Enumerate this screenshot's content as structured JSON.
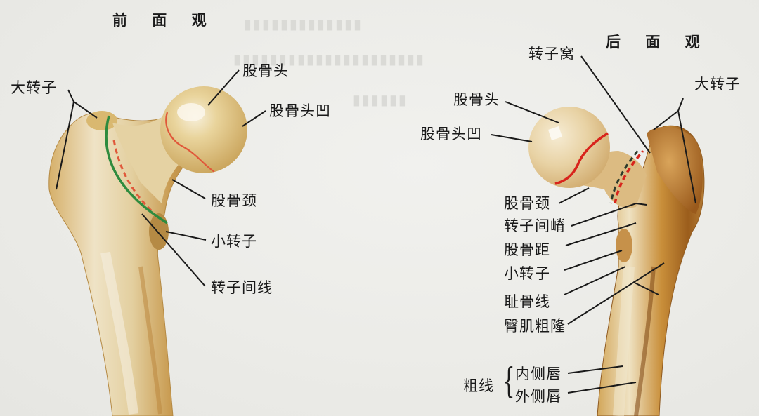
{
  "figure": {
    "subject": "proximal femur",
    "palette": {
      "bone_light": "#f1e2b8",
      "bone_mid": "#d9b46a",
      "bone_dark": "#a8742a",
      "capsule_line_red": "#e0583a",
      "capsule_line_bright_red": "#d8241c",
      "line_green": "#2e8b3e",
      "leader": "#1a1a1a",
      "background": "#eeeeea"
    }
  },
  "anterior": {
    "title": "前 面 观",
    "labels": {
      "greater_trochanter": "大转子",
      "femoral_head": "股骨头",
      "fovea": "股骨头凹",
      "neck": "股骨颈",
      "lesser_trochanter": "小转子",
      "intertrochanteric_line": "转子间线"
    }
  },
  "posterior": {
    "title": "后 面 观",
    "labels": {
      "trochanteric_fossa": "转子窝",
      "greater_trochanter": "大转子",
      "femoral_head": "股骨头",
      "fovea": "股骨头凹",
      "neck": "股骨颈",
      "intertrochanteric_crest": "转子间嵴",
      "calcar": "股骨距",
      "lesser_trochanter": "小转子",
      "pectineal_line": "耻骨线",
      "gluteal_tuberosity": "臀肌粗隆",
      "linea_aspera": "粗线",
      "medial_lip": "内侧唇",
      "lateral_lip": "外侧唇"
    }
  }
}
